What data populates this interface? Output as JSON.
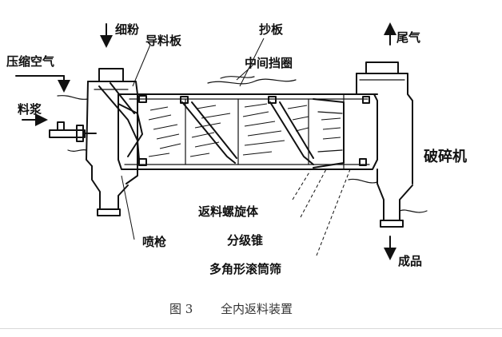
{
  "labels": {
    "fine_powder": "细粉",
    "guide_plate": "导料板",
    "lifting_plate": "抄板",
    "exhaust": "尾气",
    "compressed_air": "压缩空气",
    "middle_baffle": "中间挡圈",
    "slurry": "料浆",
    "crusher": "破碎机",
    "return_screw": "返料螺旋体",
    "nozzle": "喷枪",
    "classifier_cone": "分级锥",
    "product": "成品",
    "polygon_drum_screen": "多角形滚筒筛"
  },
  "caption": {
    "figure_no": "图 3",
    "title": "全内返料装置"
  }
}
